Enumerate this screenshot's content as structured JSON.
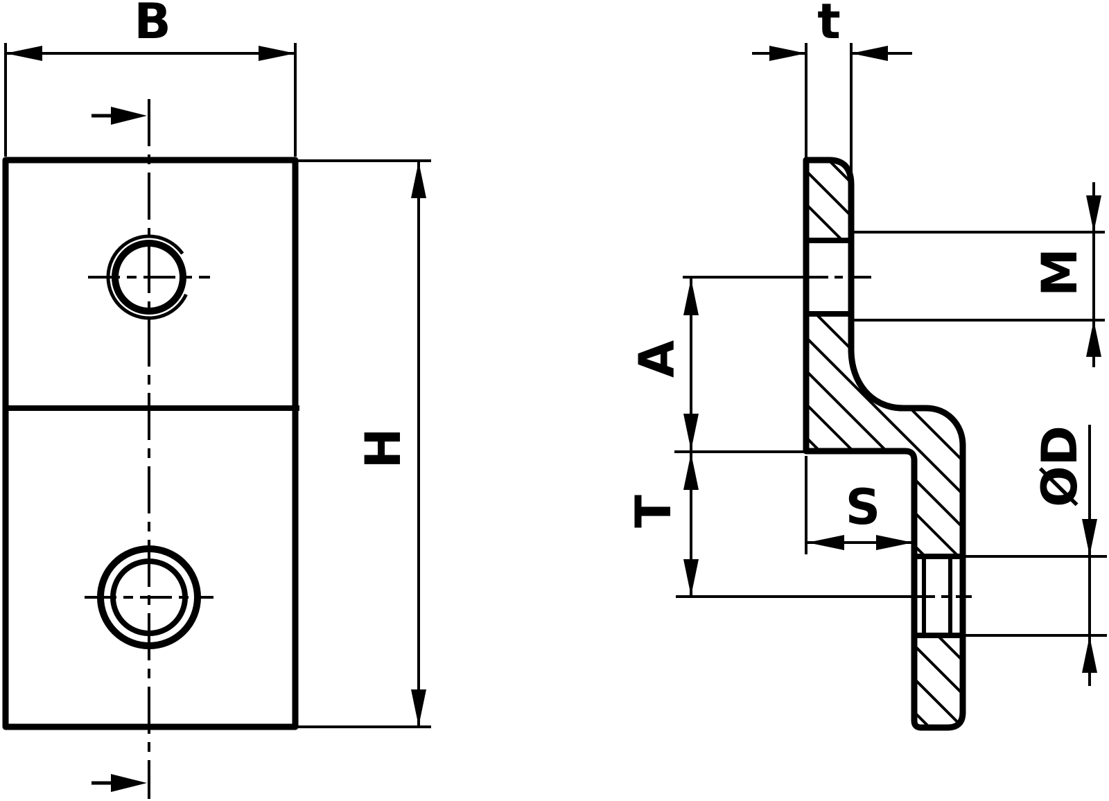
{
  "drawing": {
    "background_color": "#ffffff",
    "line_color": "#000000",
    "front_view": {
      "width_label": "B",
      "height_label": "H"
    },
    "side_view": {
      "thickness_label": "t",
      "thread_size_label": "M",
      "hole_to_step_label": "A",
      "step_to_hole_label": "T",
      "step_depth_label": "S",
      "hole_diameter_label": "ØD"
    }
  }
}
